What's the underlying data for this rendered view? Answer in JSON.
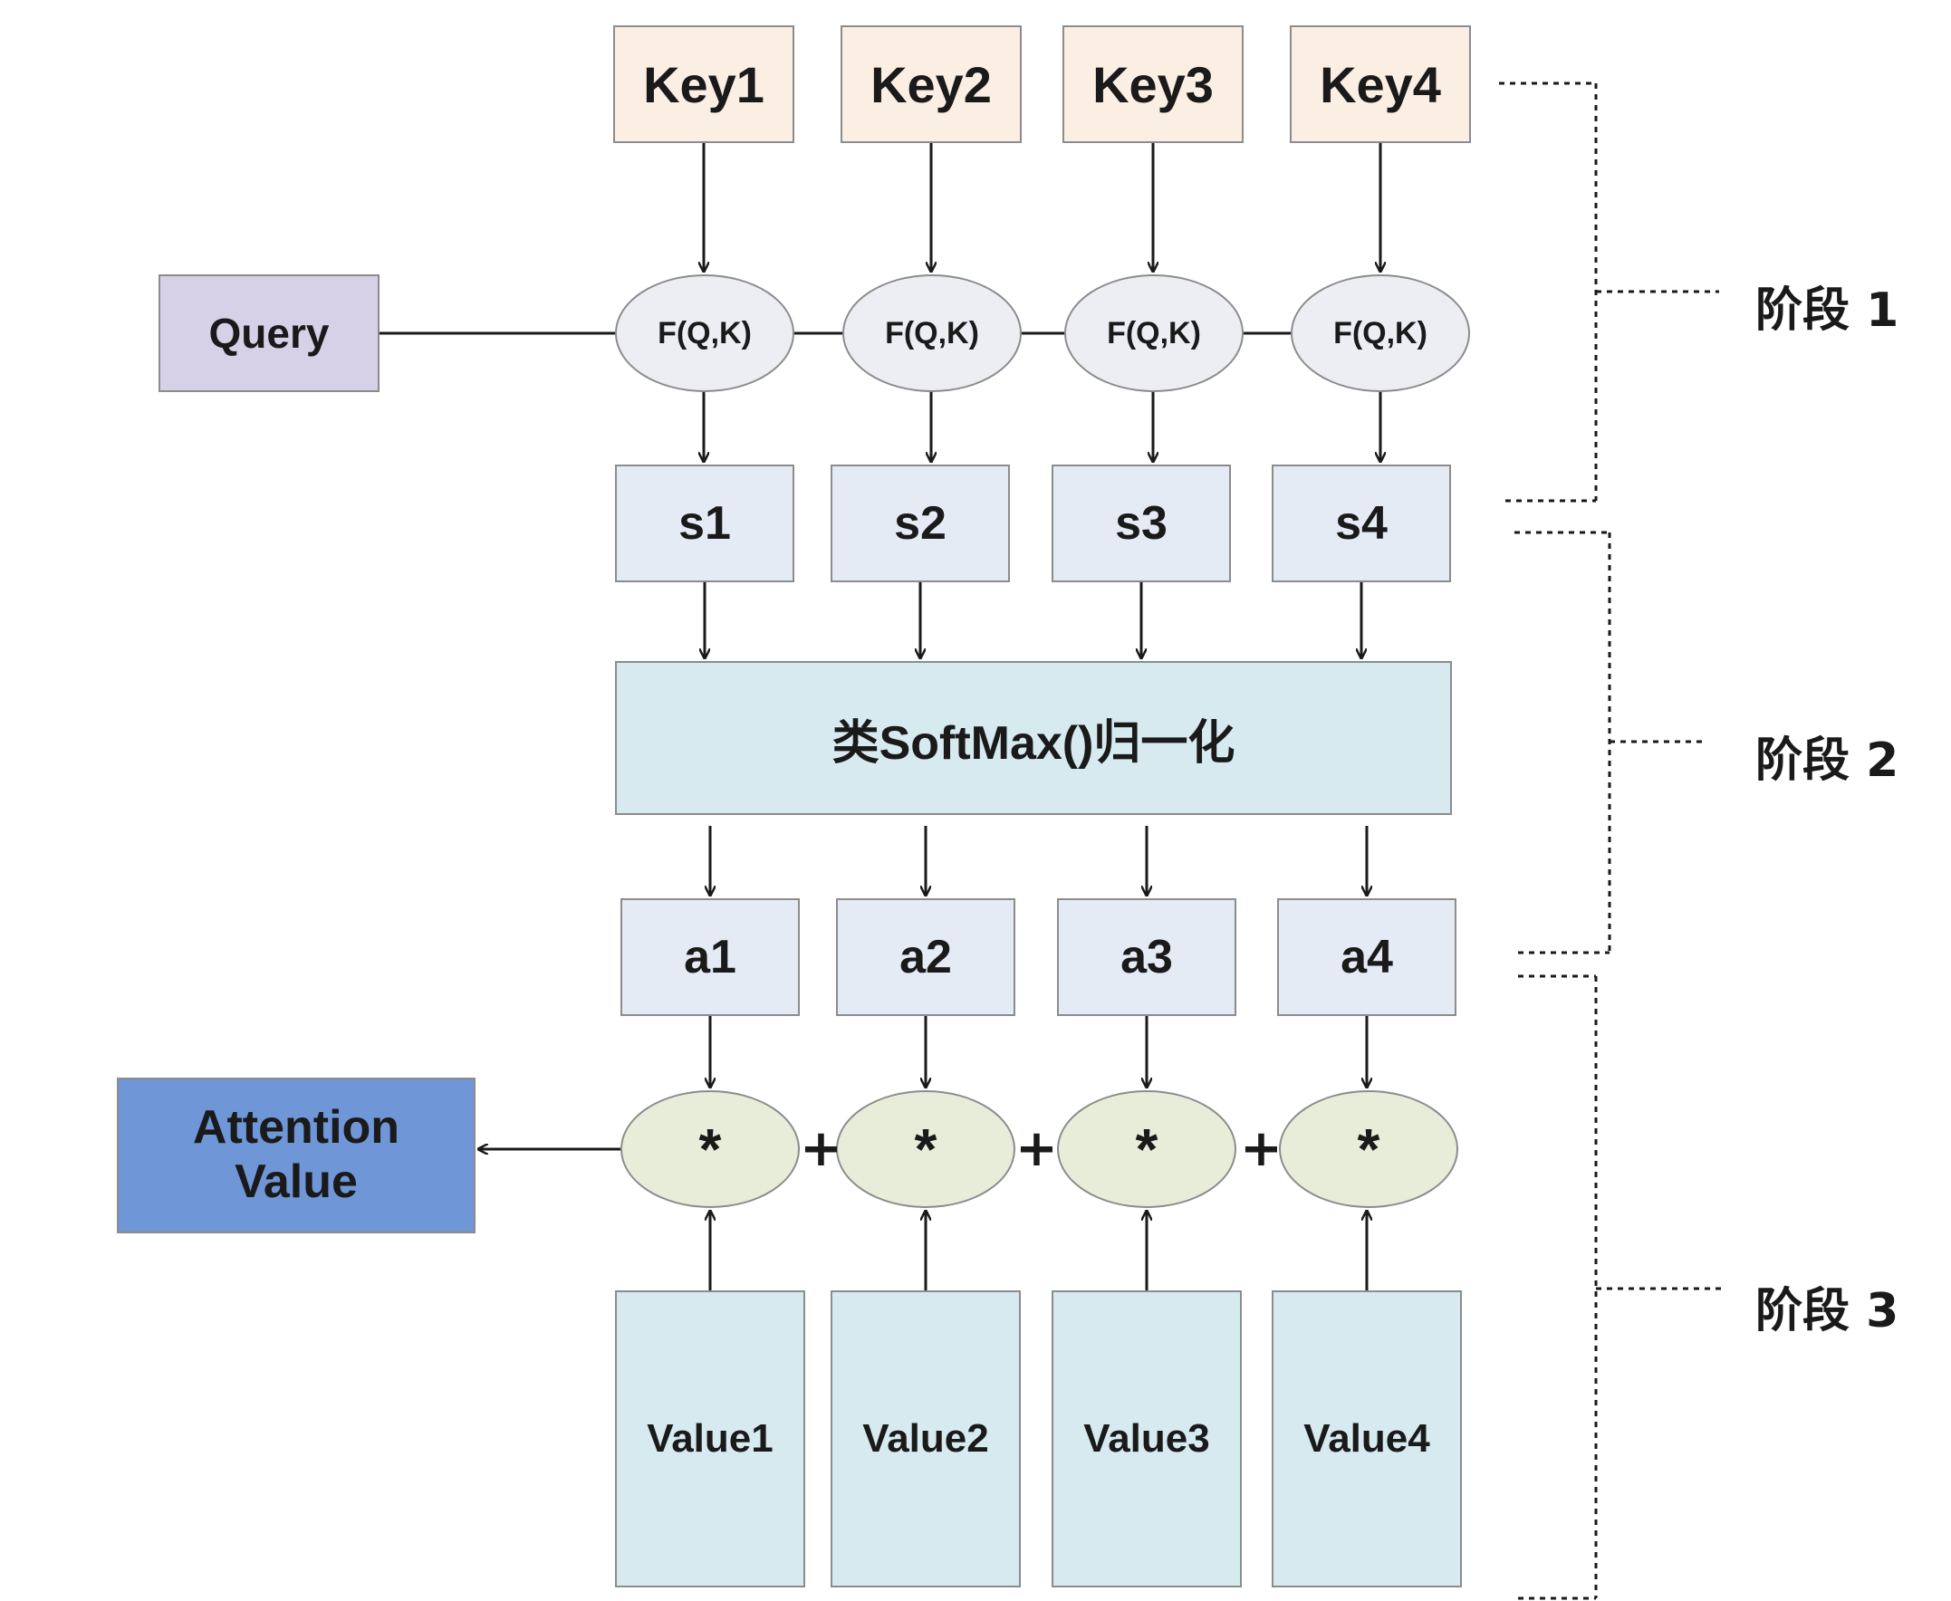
{
  "keys": [
    "Key1",
    "Key2",
    "Key3",
    "Key4"
  ],
  "query": "Query",
  "score_function": "F(Q,K)",
  "scores": [
    "s1",
    "s2",
    "s3",
    "s4"
  ],
  "normalization": "类SoftMax()归一化",
  "weights": [
    "a1",
    "a2",
    "a3",
    "a4"
  ],
  "multiply_symbol": "*",
  "plus_symbol": "+",
  "values": [
    "Value1",
    "Value2",
    "Value3",
    "Value4"
  ],
  "output": {
    "line1": "Attention",
    "line2": "Value"
  },
  "stages": [
    "阶段 1",
    "阶段 2",
    "阶段 3"
  ],
  "colors": {
    "key_fill": "#fbeee2",
    "query_fill": "#d6d1e6",
    "score_fn_fill": "#eceef4",
    "score_fill": "#e4ebf5",
    "normalization_fill": "#d6eaf0",
    "multiply_fill": "#e8edda",
    "value_fill": "#d6eaf0",
    "output_fill": "#6f96d6"
  }
}
